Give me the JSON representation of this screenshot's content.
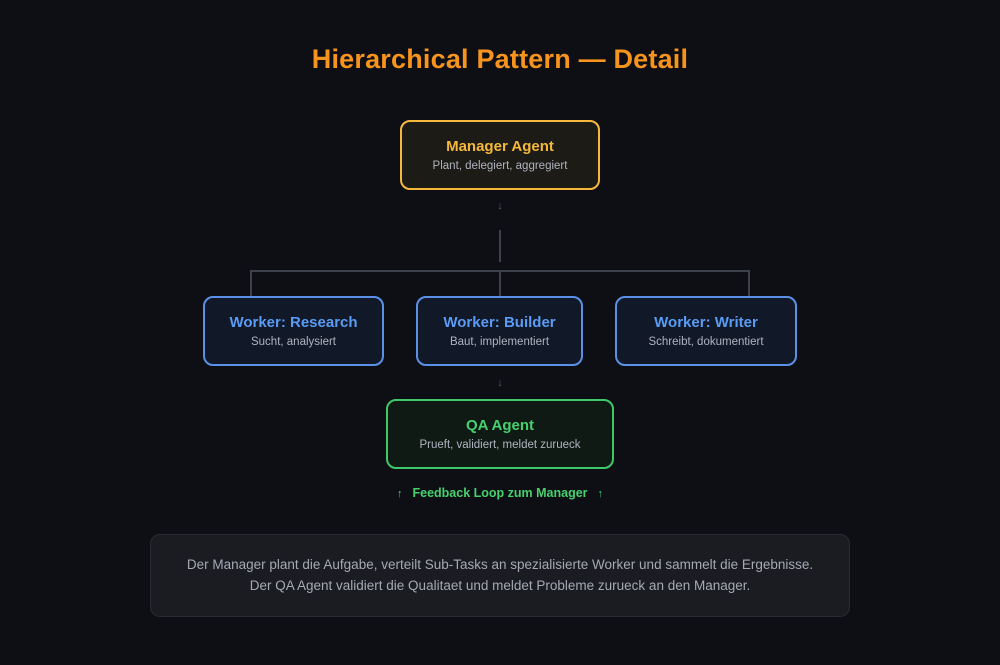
{
  "title": "Hierarchical Pattern — Detail",
  "manager": {
    "title": "Manager Agent",
    "subtitle": "Plant, delegiert, aggregiert"
  },
  "arrow_glyph": "↓",
  "workers": [
    {
      "title": "Worker: Research",
      "subtitle": "Sucht, analysiert"
    },
    {
      "title": "Worker: Builder",
      "subtitle": "Baut, implementiert"
    },
    {
      "title": "Worker: Writer",
      "subtitle": "Schreibt, dokumentiert"
    }
  ],
  "qa": {
    "title": "QA Agent",
    "subtitle": "Prueft, validiert, meldet zurueck"
  },
  "feedback": {
    "arrow": "↑",
    "label": "Feedback Loop zum Manager"
  },
  "description": "Der Manager plant die Aufgabe, verteilt Sub-Tasks an spezialisierte Worker und sammelt die Ergebnisse. Der QA Agent validiert die Qualitaet und meldet Probleme zurueck an den Manager.",
  "colors": {
    "title": "#f7941d",
    "manager": "#f5b83a",
    "worker": "#5a9cf5",
    "qa": "#46d16f"
  }
}
